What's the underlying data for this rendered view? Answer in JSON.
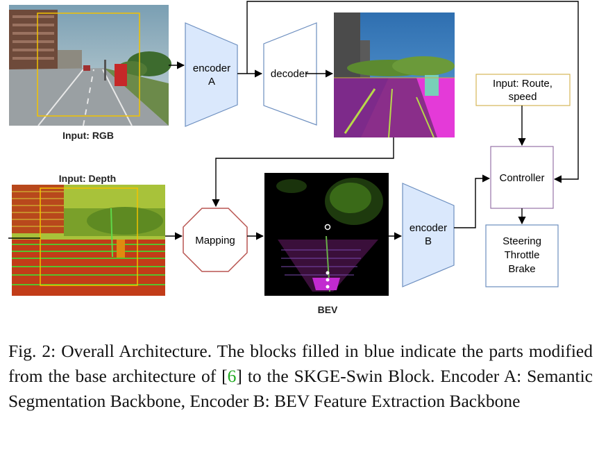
{
  "labels": {
    "input_rgb": "Input: RGB",
    "input_depth": "Input: Depth",
    "bev": "BEV",
    "encoder_a": [
      "encoder",
      "A"
    ],
    "decoder": "decoder",
    "encoder_b": [
      "encoder",
      "B"
    ],
    "mapping": "Mapping",
    "route_speed": [
      "Input: Route,",
      "speed"
    ],
    "controller": "Controller",
    "outputs": [
      "Steering",
      "Throttle",
      "Brake"
    ]
  },
  "caption": {
    "before_ref": "Fig. 2: Overall Architecture. The blocks filled in blue indicate the parts modified from the base architecture of ",
    "ref_open": "[",
    "ref_num": "6",
    "ref_close": "]",
    "after_ref": " to the SKGE-Swin Block. Encoder A: Semantic Segmentation Backbone, Encoder B: BEV Feature Extraction Backbone"
  },
  "colors": {
    "encoder_fill": "#dae8fc",
    "encoder_stroke": "#6c8ebf",
    "mapping_stroke": "#b85450",
    "route_stroke": "#d6b656",
    "controller_stroke": "#9673a6",
    "output_stroke": "#6c8ebf",
    "crop_box": "#f2c200",
    "segmentation_magenta": "#b02ab0"
  }
}
